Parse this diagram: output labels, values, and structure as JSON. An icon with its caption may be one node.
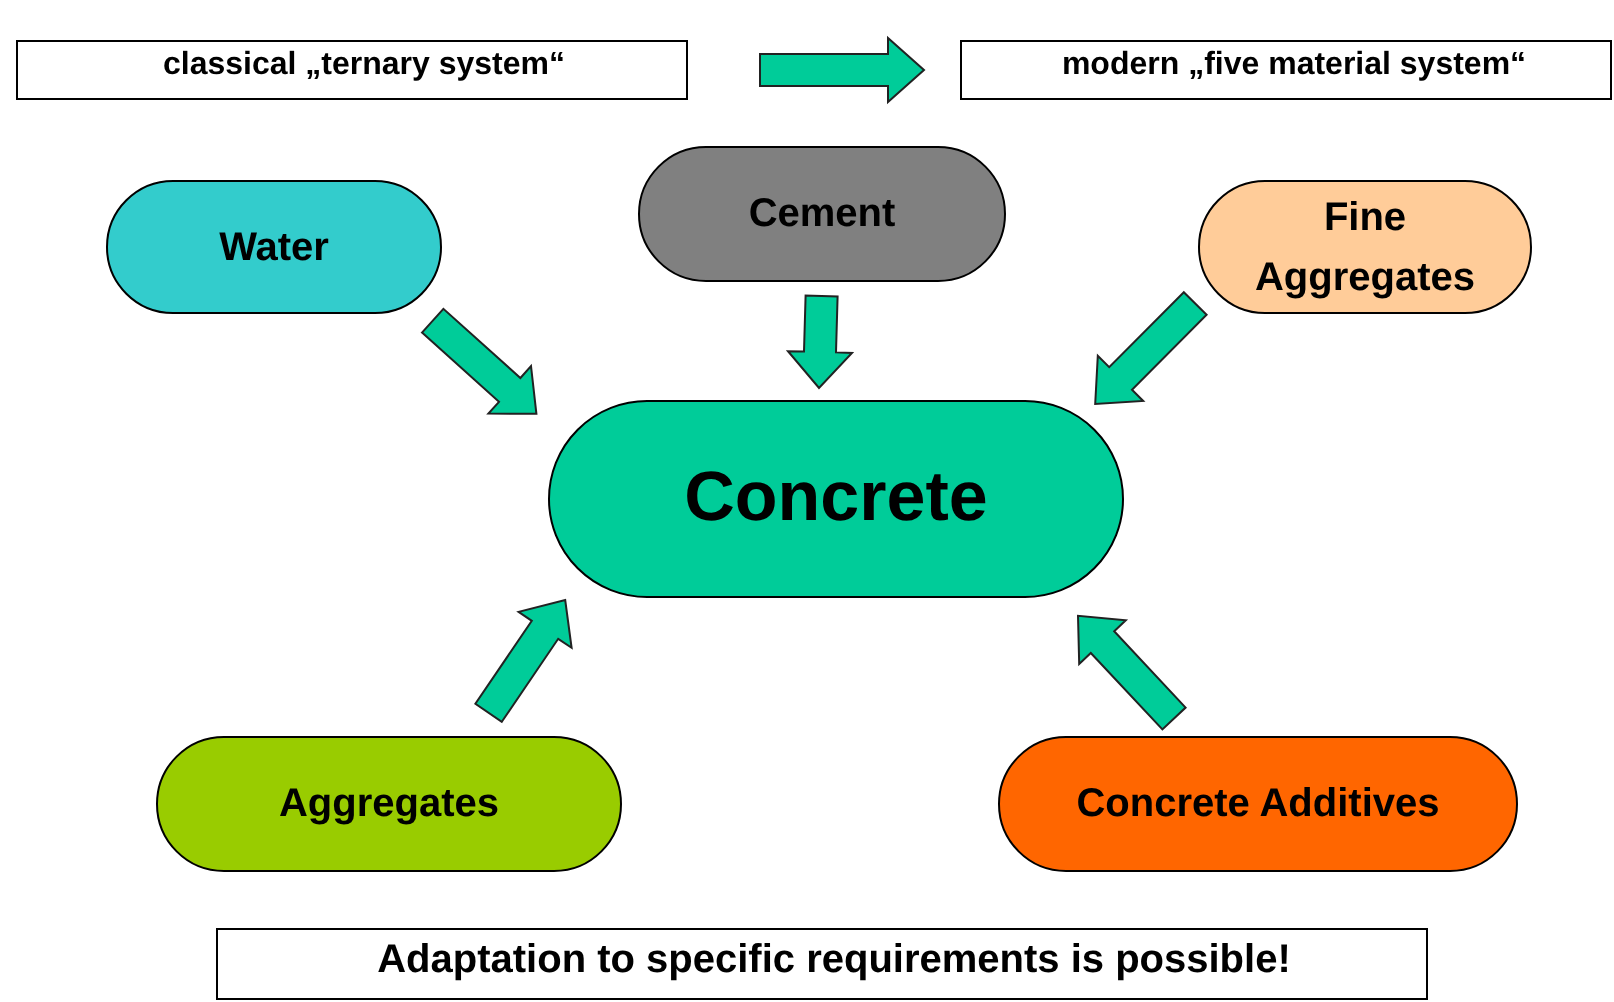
{
  "diagram": {
    "nodes": [
      {
        "text": [
          "classical „ternary system“"
        ]
      },
      {
        "text": [
          "modern „five material system“"
        ]
      },
      {
        "text": [
          "Water"
        ]
      },
      {
        "text": [
          "Cement"
        ]
      },
      {
        "text": [
          "Fine Aggregates"
        ]
      },
      {
        "text": [
          "Concrete"
        ]
      },
      {
        "text": [
          "Aggregates"
        ]
      },
      {
        "text": [
          "Concrete Additives"
        ]
      },
      {
        "text": [
          "Adaptation to specific requirements is possible!"
        ]
      }
    ],
    "edges": [
      {
        "from": 0,
        "to": 1,
        "arrow": "to",
        "style": "thick"
      },
      {
        "from": 2,
        "to": 5,
        "arrow": "to",
        "style": "thick"
      },
      {
        "from": 3,
        "to": 5,
        "arrow": "to",
        "style": "thick"
      },
      {
        "from": 4,
        "to": 5,
        "arrow": "to",
        "style": "thick"
      },
      {
        "from": 6,
        "to": 5,
        "arrow": "to",
        "style": "thick"
      },
      {
        "from": 7,
        "to": 5,
        "arrow": "to",
        "style": "thick"
      }
    ]
  }
}
